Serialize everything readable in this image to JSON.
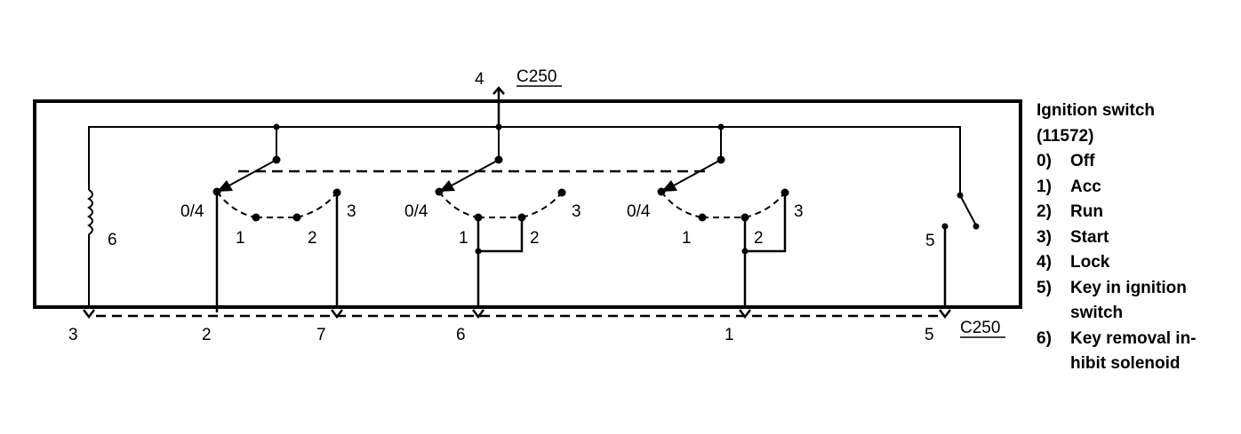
{
  "connector": {
    "top_label": "C250",
    "bottom_label": "C250"
  },
  "pins": {
    "top": "4",
    "bottom": [
      "3",
      "2",
      "7",
      "6",
      "1",
      "5"
    ]
  },
  "solenoid_label": "6",
  "key_switch_label": "5",
  "switch_groups": [
    {
      "off_lock": "0/4",
      "acc": "1",
      "run": "2",
      "start": "3"
    },
    {
      "off_lock": "0/4",
      "acc": "1",
      "run": "2",
      "start": "3"
    },
    {
      "off_lock": "0/4",
      "acc": "1",
      "run": "2",
      "start": "3"
    }
  ],
  "legend": {
    "title_line1": "Ignition switch",
    "title_line2": "(11572)",
    "items": [
      {
        "num": "0)",
        "lines": [
          "Off"
        ]
      },
      {
        "num": "1)",
        "lines": [
          "Acc"
        ]
      },
      {
        "num": "2)",
        "lines": [
          "Run"
        ]
      },
      {
        "num": "3)",
        "lines": [
          "Start"
        ]
      },
      {
        "num": "4)",
        "lines": [
          "Lock"
        ]
      },
      {
        "num": "5)",
        "lines": [
          "Key in ignition",
          "switch"
        ]
      },
      {
        "num": "6)",
        "lines": [
          "Key removal in-",
          "hibit solenoid"
        ]
      }
    ]
  }
}
